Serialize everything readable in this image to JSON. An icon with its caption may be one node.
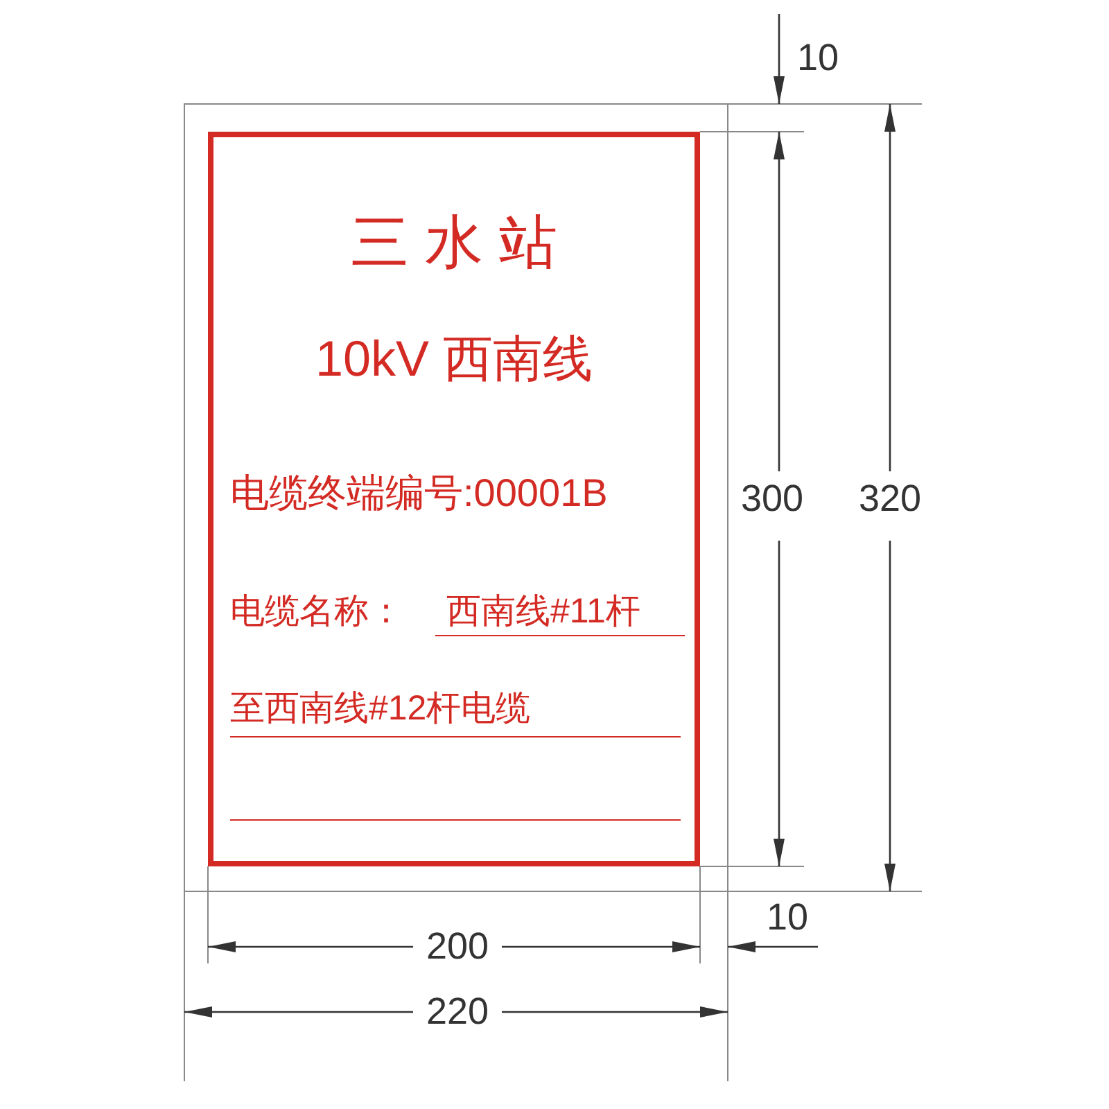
{
  "diagram": {
    "nodes": [
      {
        "text": [
          "三 水 站",
          "10kV 西南线",
          "电缆终端编号:00001B",
          "电缆名称：",
          "西南线#11杆",
          "至西南线#12杆电缆"
        ]
      }
    ],
    "edges": [],
    "labels": [
      "10",
      "300",
      "320",
      "10",
      "200",
      "220"
    ]
  }
}
